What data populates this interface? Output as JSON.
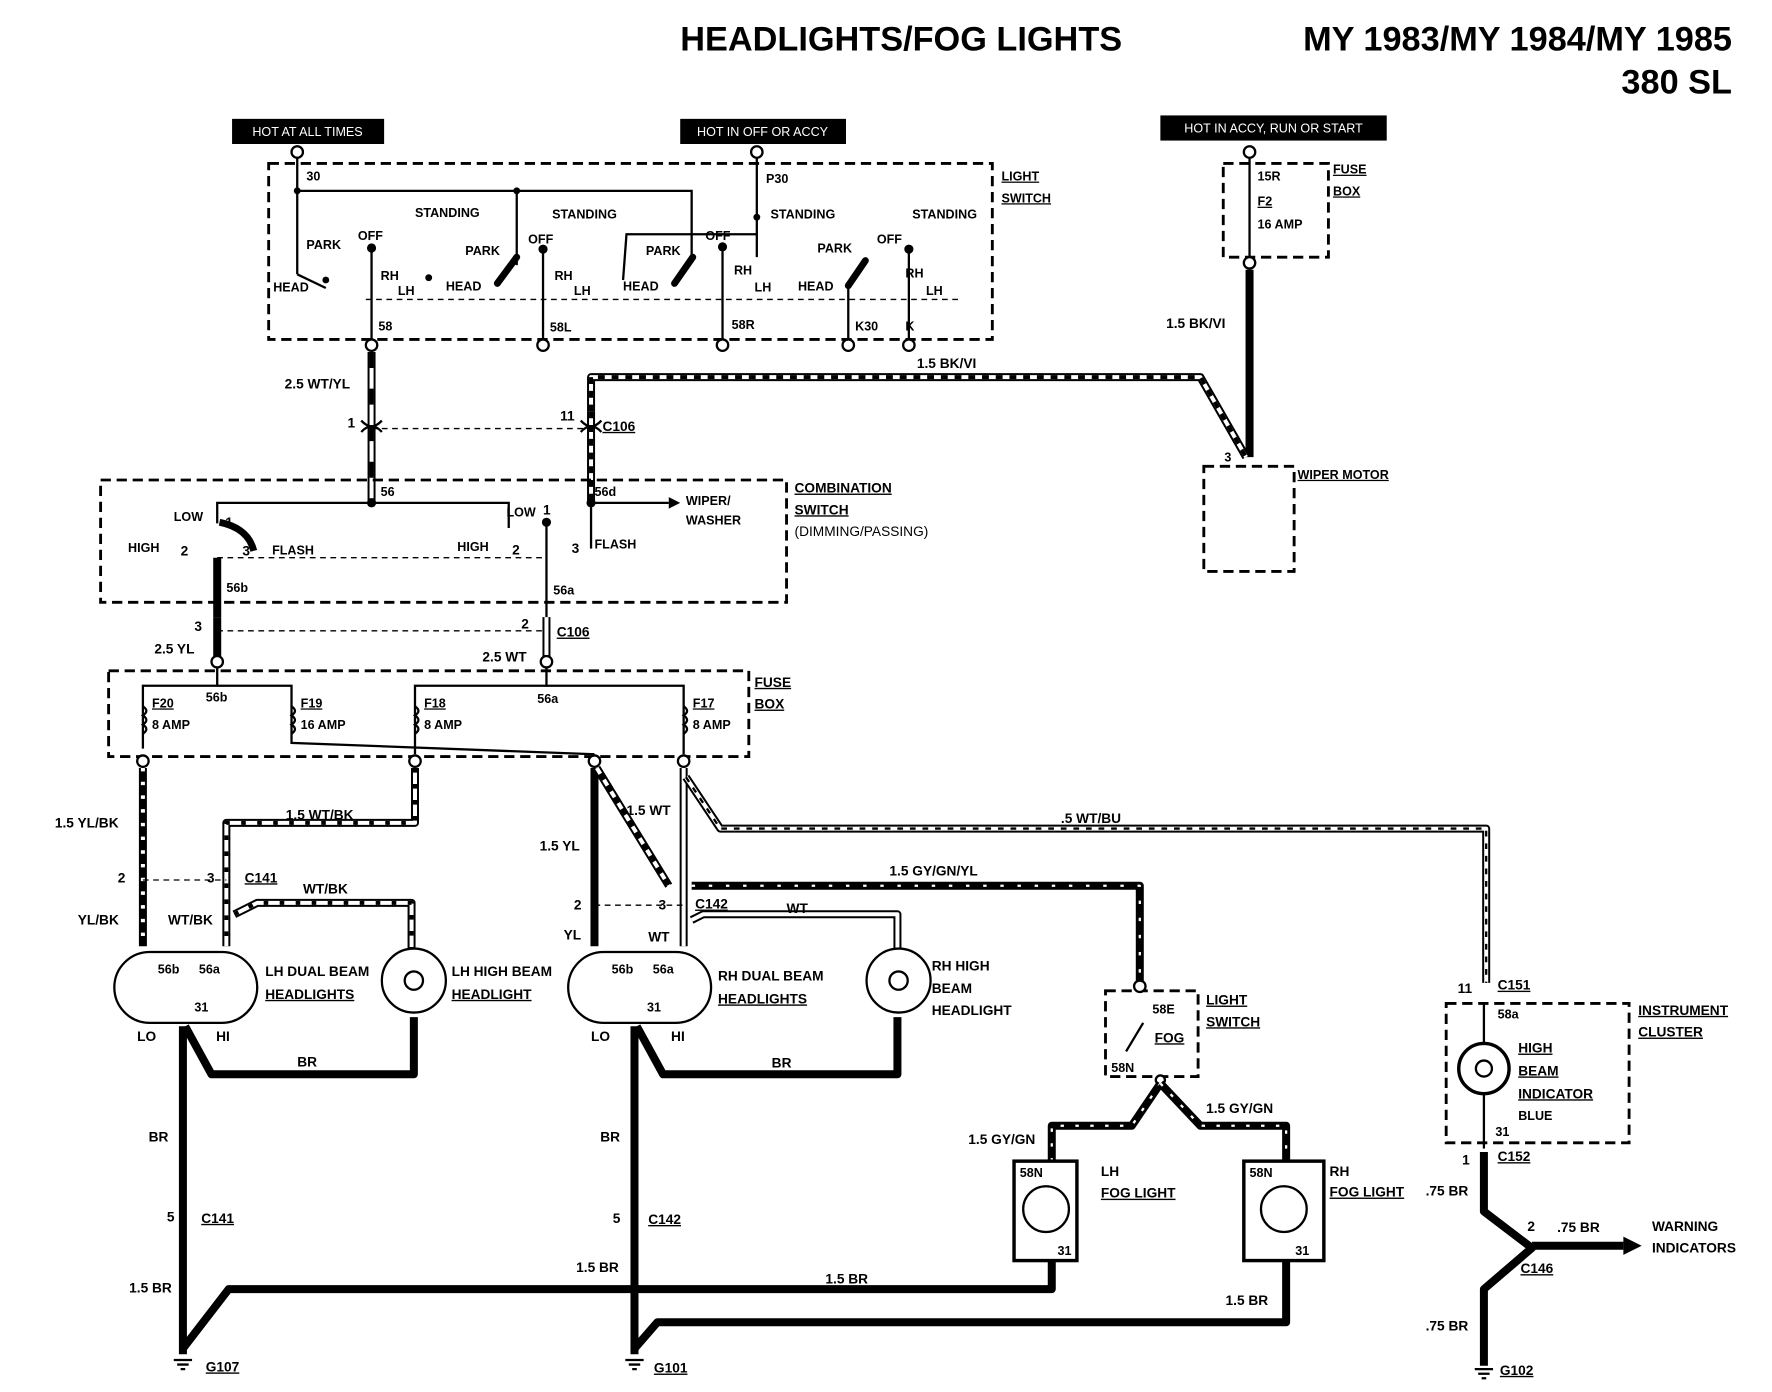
{
  "header": {
    "title": "HEADLIGHTS/FOG LIGHTS",
    "years": "MY 1983/MY 1984/MY 1985",
    "model": "380 SL"
  },
  "power": {
    "hot_all": "HOT AT ALL TIMES",
    "hot_off": "HOT IN OFF OR ACCY",
    "hot_run": "HOT IN ACCY, RUN OR START"
  },
  "light_switch": {
    "label1": "LIGHT",
    "label2": "SWITCH",
    "t30": "30",
    "tp30": "P30",
    "t58": "58",
    "t58l": "58L",
    "t58r": "58R",
    "tk30": "K30",
    "tk": "K",
    "head": "HEAD",
    "park": "PARK",
    "off": "OFF",
    "standing": "STANDING",
    "rh": "RH",
    "lh": "LH"
  },
  "fuse_top": {
    "label1": "FUSE",
    "label2": "BOX",
    "term": "15R",
    "fuse": "F2",
    "amp": "16 AMP"
  },
  "wiper": {
    "label": "WIPER MOTOR",
    "pin": "3"
  },
  "combination": {
    "label1": "COMBINATION",
    "label2": "SWITCH",
    "label3": "(DIMMING/PASSING)",
    "t56": "56",
    "t56d": "56d",
    "wiper1": "WIPER/",
    "wiper2": "WASHER",
    "low": "LOW",
    "high": "HIGH",
    "flash": "FLASH",
    "p1": "1",
    "p2": "2",
    "p3": "3",
    "t56b": "56b",
    "t56a": "56a"
  },
  "connectors": {
    "c106": "C106",
    "c141": "C141",
    "c142": "C142",
    "c151": "C151",
    "c152": "C152",
    "c146": "C146",
    "p1": "1",
    "p2": "2",
    "p3": "3",
    "p5": "5",
    "p11": "11"
  },
  "fuse_box": {
    "label1": "FUSE",
    "label2": "BOX",
    "f20": "F20",
    "f19": "F19",
    "f18": "F18",
    "f17": "F17",
    "a8": "8 AMP",
    "a16": "16 AMP",
    "t56b": "56b",
    "t56a": "56a"
  },
  "wires": {
    "wtyl": "2.5 WT/YL",
    "bkvi": "1.5 BK/VI",
    "yl25": "2.5 YL",
    "wt25": "2.5 WT",
    "ylbk15": "1.5 YL/BK",
    "wtbk15": "1.5 WT/BK",
    "ylbk": "YL/BK",
    "wtbk": "WT/BK",
    "wt15": "1.5 WT",
    "yl15": "1.5 YL",
    "wtbu": ".5 WT/BU",
    "gygnyl": "1.5 GY/GN/YL",
    "yl": "YL",
    "wt": "WT",
    "br": "BR",
    "br15": "1.5 BR",
    "gygn": "1.5 GY/GN",
    "br75": ".75 BR"
  },
  "headlights": {
    "lh_dual1": "LH DUAL BEAM",
    "lh_dual2": "HEADLIGHTS",
    "lh_high1": "LH HIGH BEAM",
    "lh_high2": "HEADLIGHT",
    "rh_dual1": "RH DUAL BEAM",
    "rh_dual2": "HEADLIGHTS",
    "rh_high1": "RH HIGH",
    "rh_high2": "BEAM",
    "rh_high3": "HEADLIGHT",
    "t56b": "56b",
    "t56a": "56a",
    "t31": "31",
    "lo": "LO",
    "hi": "HI"
  },
  "fog": {
    "sw1": "LIGHT",
    "sw2": "SWITCH",
    "t58e": "58E",
    "fog": "FOG",
    "t58n": "58N",
    "lh1": "LH",
    "lh2": "FOG LIGHT",
    "rh1": "RH",
    "rh2": "FOG LIGHT",
    "t58N": "58N",
    "t31": "31"
  },
  "cluster": {
    "label1": "INSTRUMENT",
    "label2": "CLUSTER",
    "ind1": "HIGH",
    "ind2": "BEAM",
    "ind3": "INDICATOR",
    "color": "BLUE",
    "t58a": "58a",
    "t31": "31"
  },
  "warning": {
    "label1": "WARNING",
    "label2": "INDICATORS"
  },
  "grounds": {
    "g107": "G107",
    "g101": "G101",
    "g102": "G102"
  }
}
